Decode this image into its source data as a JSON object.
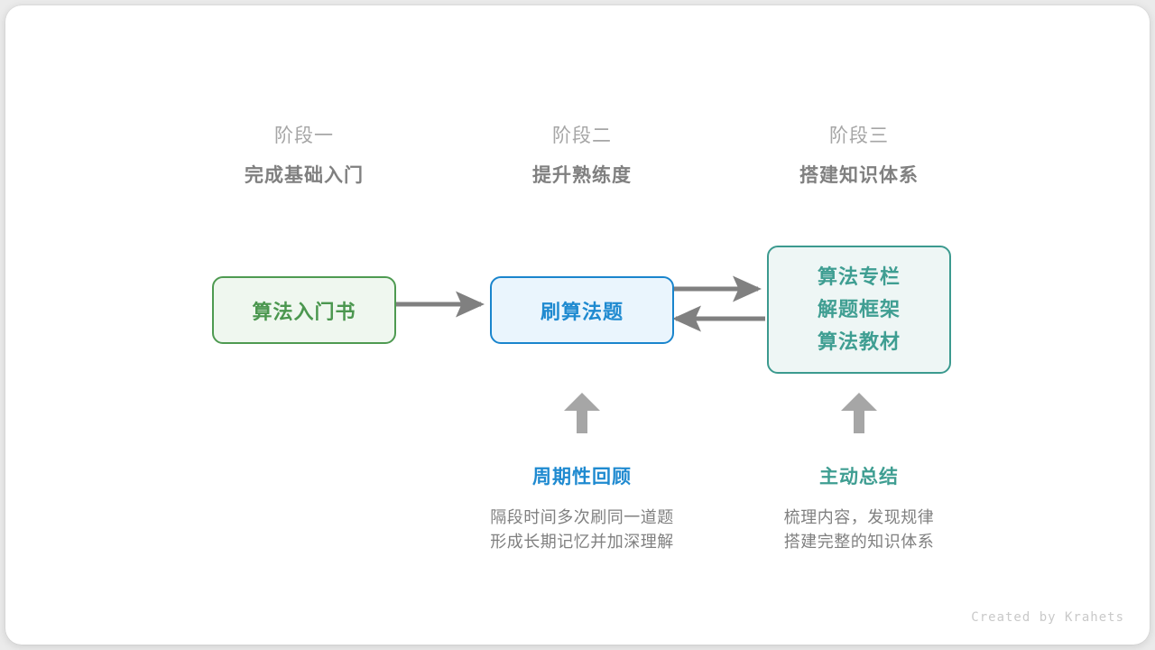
{
  "stages": [
    {
      "number": "阶段一",
      "title": "完成基础入门"
    },
    {
      "number": "阶段二",
      "title": "提升熟练度"
    },
    {
      "number": "阶段三",
      "title": "搭建知识体系"
    }
  ],
  "nodes": {
    "book": {
      "label": "算法入门书",
      "color": "#4b974f",
      "fill": "#eff7ef",
      "border": "#4e9a51"
    },
    "practice": {
      "label": "刷算法题",
      "color": "#1f8ad0",
      "fill": "#eaf5fd",
      "border": "#1a85cd"
    },
    "resources": {
      "lines": [
        "算法专栏",
        "解题框架",
        "算法教材"
      ],
      "color": "#3f9e92",
      "fill": "#eef6f5",
      "border": "#3c9a8f"
    }
  },
  "arrows": {
    "color": "#808080",
    "up_arrow_color": "#a6a6a6",
    "book_to_practice": "right",
    "practice_to_resources": "right",
    "resources_to_practice": "left",
    "review_up": "up",
    "summary_up": "up"
  },
  "notes": [
    {
      "title": "周期性回顾",
      "body_lines": [
        "隔段时间多次刷同一道题",
        "形成长期记忆并加深理解"
      ],
      "color": "#1f8ad0"
    },
    {
      "title": "主动总结",
      "body_lines": [
        "梳理内容，发现规律",
        "搭建完整的知识体系"
      ],
      "color": "#3f9e92"
    }
  ],
  "footer": {
    "credit": "Created by Krahets"
  }
}
